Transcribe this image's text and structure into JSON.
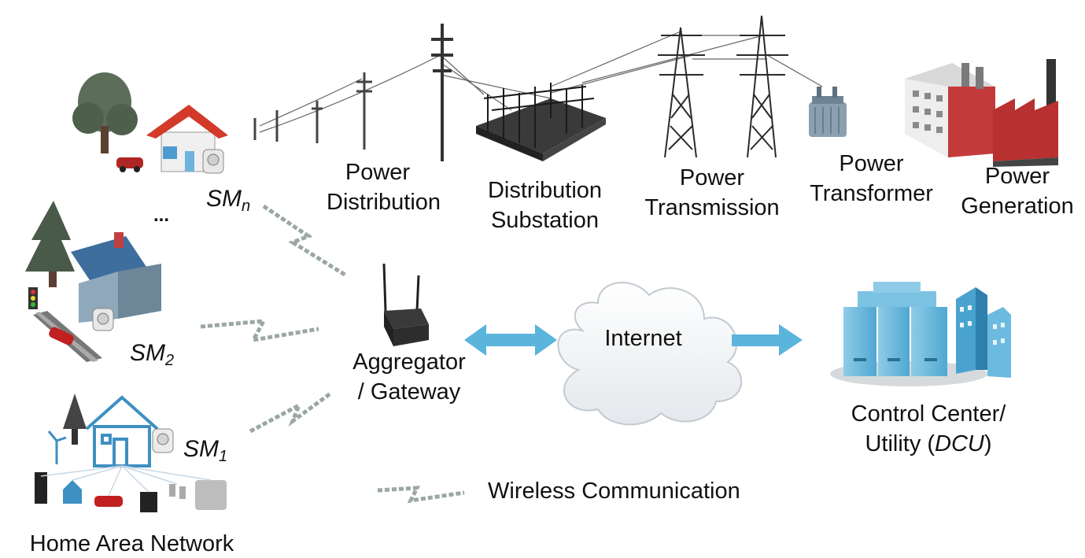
{
  "labels": {
    "power_distribution": [
      "Power",
      "Distribution"
    ],
    "distribution_substation": [
      "Distribution",
      "Substation"
    ],
    "power_transmission": [
      "Power",
      "Transmission"
    ],
    "power_transformer": [
      "Power",
      "Transformer"
    ],
    "power_generation": [
      "Power",
      "Generation"
    ],
    "internet": "Internet",
    "aggregator": [
      "Aggregator",
      "/ Gateway"
    ],
    "control_center": [
      "Control Center/",
      "Utility (",
      "DCU",
      ")"
    ],
    "wireless_legend": "Wireless Communication",
    "home_area_network": "Home Area Network",
    "ellipsis": "..."
  },
  "smart_meters": [
    {
      "base": "SM",
      "sub": "n"
    },
    {
      "base": "SM",
      "sub": "2"
    },
    {
      "base": "SM",
      "sub": "1"
    }
  ],
  "colors": {
    "arrow_blue": "#5ab4dc",
    "house_roof_red": "#d23a2a",
    "house_blue": "#3e8fc2",
    "tree_green": "#5c6e5a",
    "building_blue": "#66b6da",
    "wire_gray": "#555555"
  },
  "icons": [
    "tree-icon",
    "house-icon",
    "car-icon",
    "smart-meter-icon",
    "utility-pole-icon",
    "substation-icon",
    "transmission-tower-icon",
    "transformer-icon",
    "power-plant-icon",
    "router-icon",
    "cloud-icon",
    "server-icon",
    "lightning-icon",
    "arrow-icon"
  ]
}
